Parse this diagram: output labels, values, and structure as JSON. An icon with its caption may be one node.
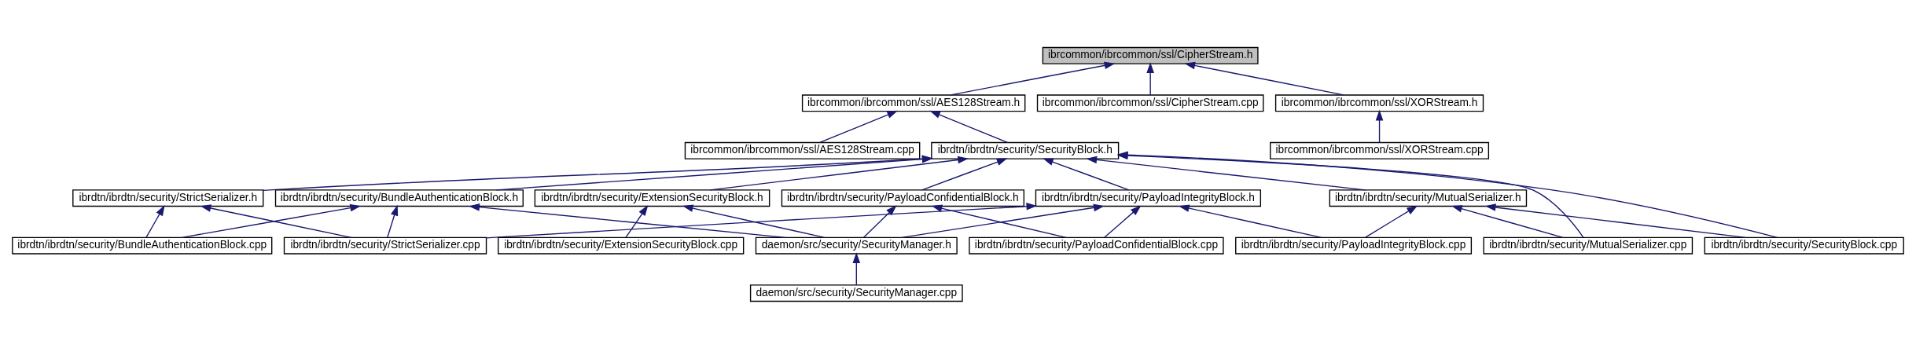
{
  "diagram": {
    "nodes": [
      {
        "text": [
          "ibrcommon/ibrcommon/ssl/CipherStream.h"
        ]
      },
      {
        "text": [
          "ibrcommon/ibrcommon/ssl/AES128Stream.h"
        ]
      },
      {
        "text": [
          "ibrcommon/ibrcommon/ssl/CipherStream.cpp"
        ]
      },
      {
        "text": [
          "ibrcommon/ibrcommon/ssl/XORStream.h"
        ]
      },
      {
        "text": [
          "ibrdtn/ibrdtn/security/SecurityBlock.h"
        ]
      },
      {
        "text": [
          "ibrcommon/ibrcommon/ssl/AES128Stream.cpp"
        ]
      },
      {
        "text": [
          "ibrcommon/ibrcommon/ssl/XORStream.cpp"
        ]
      },
      {
        "text": [
          "ibrdtn/ibrdtn/security/StrictSerializer.h"
        ]
      },
      {
        "text": [
          "ibrdtn/ibrdtn/security/BundleAuthenticationBlock.h"
        ]
      },
      {
        "text": [
          "ibrdtn/ibrdtn/security/ExtensionSecurityBlock.h"
        ]
      },
      {
        "text": [
          "ibrdtn/ibrdtn/security/PayloadIntegrityBlock.h"
        ]
      },
      {
        "text": [
          "ibrdtn/ibrdtn/security/PayloadConfidentialBlock.h"
        ]
      },
      {
        "text": [
          "ibrdtn/ibrdtn/security/MutualSerializer.h"
        ]
      },
      {
        "text": [
          "ibrdtn/ibrdtn/security/BundleAuthenticationBlock.cpp"
        ]
      },
      {
        "text": [
          "ibrdtn/ibrdtn/security/StrictSerializer.cpp"
        ]
      },
      {
        "text": [
          "ibrdtn/ibrdtn/security/ExtensionSecurityBlock.cpp"
        ]
      },
      {
        "text": [
          "daemon/src/security/SecurityManager.h"
        ]
      },
      {
        "text": [
          "ibrdtn/ibrdtn/security/PayloadConfidentialBlock.cpp"
        ]
      },
      {
        "text": [
          "ibrdtn/ibrdtn/security/PayloadIntegrityBlock.cpp"
        ]
      },
      {
        "text": [
          "ibrdtn/ibrdtn/security/MutualSerializer.cpp"
        ]
      },
      {
        "text": [
          "ibrdtn/ibrdtn/security/SecurityBlock.cpp"
        ]
      },
      {
        "text": [
          "daemon/src/security/SecurityManager.cpp"
        ]
      }
    ],
    "edges": [
      {
        "from": 1,
        "to": 0,
        "arrow": "to"
      },
      {
        "from": 2,
        "to": 0,
        "arrow": "to"
      },
      {
        "from": 3,
        "to": 0,
        "arrow": "to"
      },
      {
        "from": 4,
        "to": 1,
        "arrow": "to"
      },
      {
        "from": 5,
        "to": 1,
        "arrow": "to"
      },
      {
        "from": 6,
        "to": 3,
        "arrow": "to"
      },
      {
        "from": 7,
        "to": 4,
        "arrow": "to"
      },
      {
        "from": 8,
        "to": 4,
        "arrow": "to"
      },
      {
        "from": 9,
        "to": 4,
        "arrow": "to"
      },
      {
        "from": 10,
        "to": 4,
        "arrow": "to"
      },
      {
        "from": 11,
        "to": 4,
        "arrow": "to"
      },
      {
        "from": 12,
        "to": 4,
        "arrow": "to"
      },
      {
        "from": 19,
        "to": 4,
        "arrow": "to"
      },
      {
        "from": 20,
        "to": 4,
        "arrow": "to"
      },
      {
        "from": 13,
        "to": 7,
        "arrow": "to"
      },
      {
        "from": 14,
        "to": 7,
        "arrow": "to"
      },
      {
        "from": 13,
        "to": 8,
        "arrow": "to"
      },
      {
        "from": 14,
        "to": 8,
        "arrow": "to"
      },
      {
        "from": 16,
        "to": 8,
        "arrow": "to"
      },
      {
        "from": 15,
        "to": 9,
        "arrow": "to"
      },
      {
        "from": 16,
        "to": 9,
        "arrow": "to"
      },
      {
        "from": 14,
        "to": 10,
        "arrow": "to"
      },
      {
        "from": 16,
        "to": 10,
        "arrow": "to"
      },
      {
        "from": 17,
        "to": 10,
        "arrow": "to"
      },
      {
        "from": 18,
        "to": 10,
        "arrow": "to"
      },
      {
        "from": 16,
        "to": 11,
        "arrow": "to"
      },
      {
        "from": 17,
        "to": 11,
        "arrow": "to"
      },
      {
        "from": 18,
        "to": 12,
        "arrow": "to"
      },
      {
        "from": 19,
        "to": 12,
        "arrow": "to"
      },
      {
        "from": 20,
        "to": 12,
        "arrow": "to"
      },
      {
        "from": 21,
        "to": 16,
        "arrow": "to"
      }
    ]
  }
}
